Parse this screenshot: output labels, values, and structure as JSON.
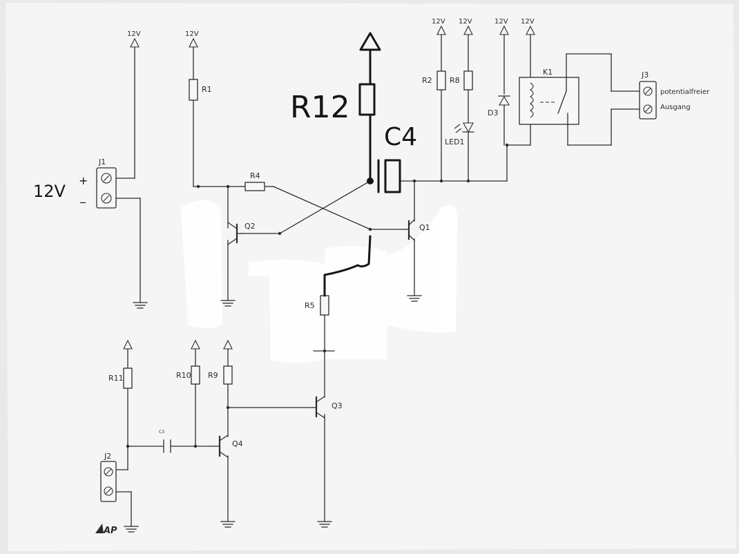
{
  "supply": "12V",
  "supply_handwritten": "12V",
  "plus": "+",
  "minus": "_",
  "connectors": {
    "j1": "J1",
    "j2": "J2",
    "j3": "J3"
  },
  "j3_text": {
    "line1": "potentialfreier",
    "line2": "Ausgang"
  },
  "resistors": {
    "r1": "R1",
    "r2": "R2",
    "r4": "R4",
    "r5": "R5",
    "r8": "R8",
    "r9": "R9",
    "r10": "R10",
    "r11": "R11"
  },
  "transistors": {
    "q1": "Q1",
    "q2": "Q2",
    "q3": "Q3",
    "q4": "Q4"
  },
  "capacitor_c3": "C3",
  "diode": "D3",
  "led": "LED1",
  "relay": "K1",
  "handwritten": {
    "r12": "R12",
    "c4": "C4"
  },
  "logo": "AP",
  "colors": {
    "paper": "#f4f4f4",
    "ink": "#2b2b2b",
    "marker": "#151515"
  }
}
